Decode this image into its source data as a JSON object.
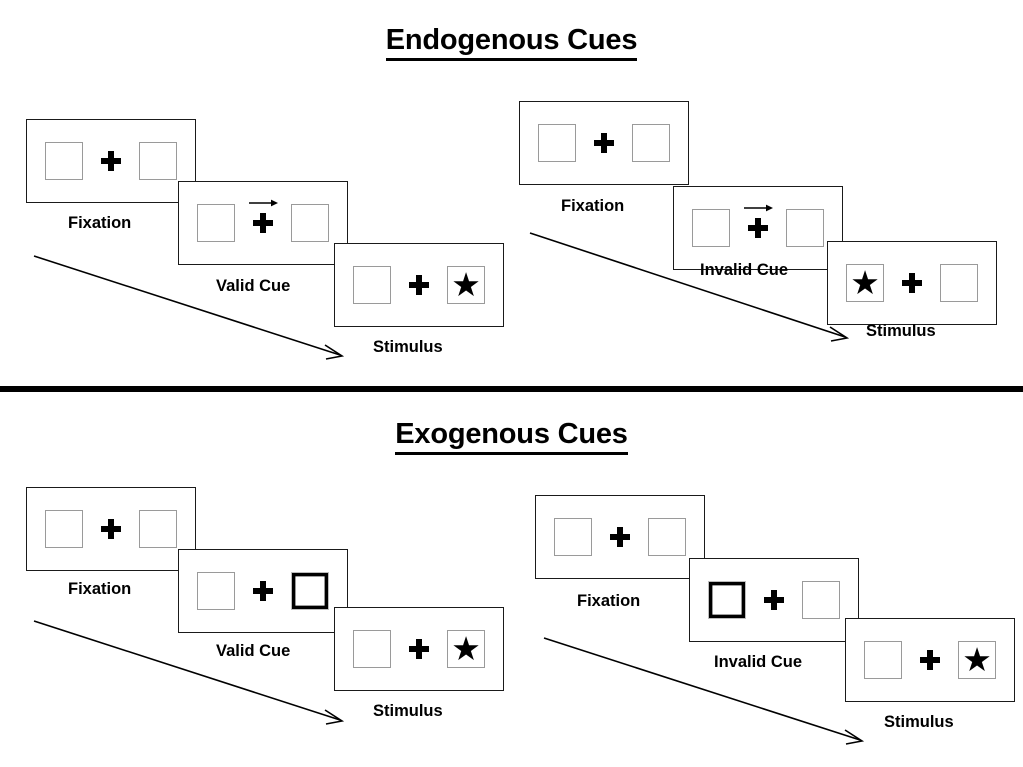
{
  "sections": [
    {
      "id": "endogenous",
      "title": "Endogenous Cues",
      "panels": [
        {
          "id": "endogenous-valid",
          "steps": [
            {
              "label": "Fixation",
              "left_content": "empty",
              "right_content": "empty",
              "cue": "none",
              "highlight": "none"
            },
            {
              "label": "Valid Cue",
              "left_content": "empty",
              "right_content": "empty",
              "cue": "arrow-right",
              "highlight": "none"
            },
            {
              "label": "Stimulus",
              "left_content": "empty",
              "right_content": "star",
              "cue": "none",
              "highlight": "none"
            }
          ]
        },
        {
          "id": "endogenous-invalid",
          "steps": [
            {
              "label": "Fixation",
              "left_content": "empty",
              "right_content": "empty",
              "cue": "none",
              "highlight": "none"
            },
            {
              "label": "Invalid Cue",
              "left_content": "empty",
              "right_content": "empty",
              "cue": "arrow-right",
              "highlight": "none"
            },
            {
              "label": "Stimulus",
              "left_content": "star",
              "right_content": "empty",
              "cue": "none",
              "highlight": "none"
            }
          ]
        }
      ]
    },
    {
      "id": "exogenous",
      "title": "Exogenous Cues",
      "panels": [
        {
          "id": "exogenous-valid",
          "steps": [
            {
              "label": "Fixation",
              "left_content": "empty",
              "right_content": "empty",
              "cue": "none",
              "highlight": "none"
            },
            {
              "label": "Valid Cue",
              "left_content": "empty",
              "right_content": "empty",
              "cue": "none",
              "highlight": "right"
            },
            {
              "label": "Stimulus",
              "left_content": "empty",
              "right_content": "star",
              "cue": "none",
              "highlight": "none"
            }
          ]
        },
        {
          "id": "exogenous-invalid",
          "steps": [
            {
              "label": "Fixation",
              "left_content": "empty",
              "right_content": "empty",
              "cue": "none",
              "highlight": "none"
            },
            {
              "label": "Invalid Cue",
              "left_content": "empty",
              "right_content": "empty",
              "cue": "none",
              "highlight": "left"
            },
            {
              "label": "Stimulus",
              "left_content": "empty",
              "right_content": "star",
              "cue": "none",
              "highlight": "none"
            }
          ]
        }
      ]
    }
  ],
  "symbols": {
    "star": "★",
    "fixation_cross": "plus-sign",
    "cue_arrow": "arrow-right-icon",
    "time_arrow": "time-flow-arrow"
  },
  "colors": {
    "ink": "#000000",
    "frame_border": "#1a1a1a",
    "box_border": "#9a9a9a",
    "background": "#ffffff",
    "divider": "#000000"
  }
}
